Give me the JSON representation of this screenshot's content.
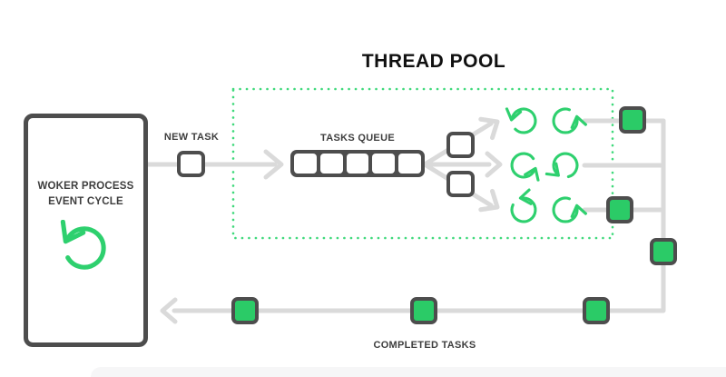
{
  "diagram": {
    "title": "THREAD POOL",
    "worker_box": {
      "label_line1": "WOKER PROCESS",
      "label_line2": "EVENT CYCLE",
      "icon": "cycle-arrow-icon"
    },
    "labels": {
      "new_task": "NEW TASK",
      "tasks_queue": "TASKS QUEUE",
      "completed_tasks": "COMPLETED TASKS"
    },
    "queue": {
      "cell_count": 5
    },
    "thread_pool": {
      "thread_count": 6,
      "thread_icon": "cycle-arrow-icon"
    },
    "pending_task_boxes": 2,
    "completed_task_boxes": 6,
    "colors": {
      "green": "#2BCB67",
      "green_icon": "#2ED06E",
      "green_dots": "#3FD97B",
      "dark": "#4D4D4D",
      "line": "#DADADA",
      "text": "#3E3E3E",
      "title": "#101010",
      "footer": "#F6F6F7"
    }
  }
}
